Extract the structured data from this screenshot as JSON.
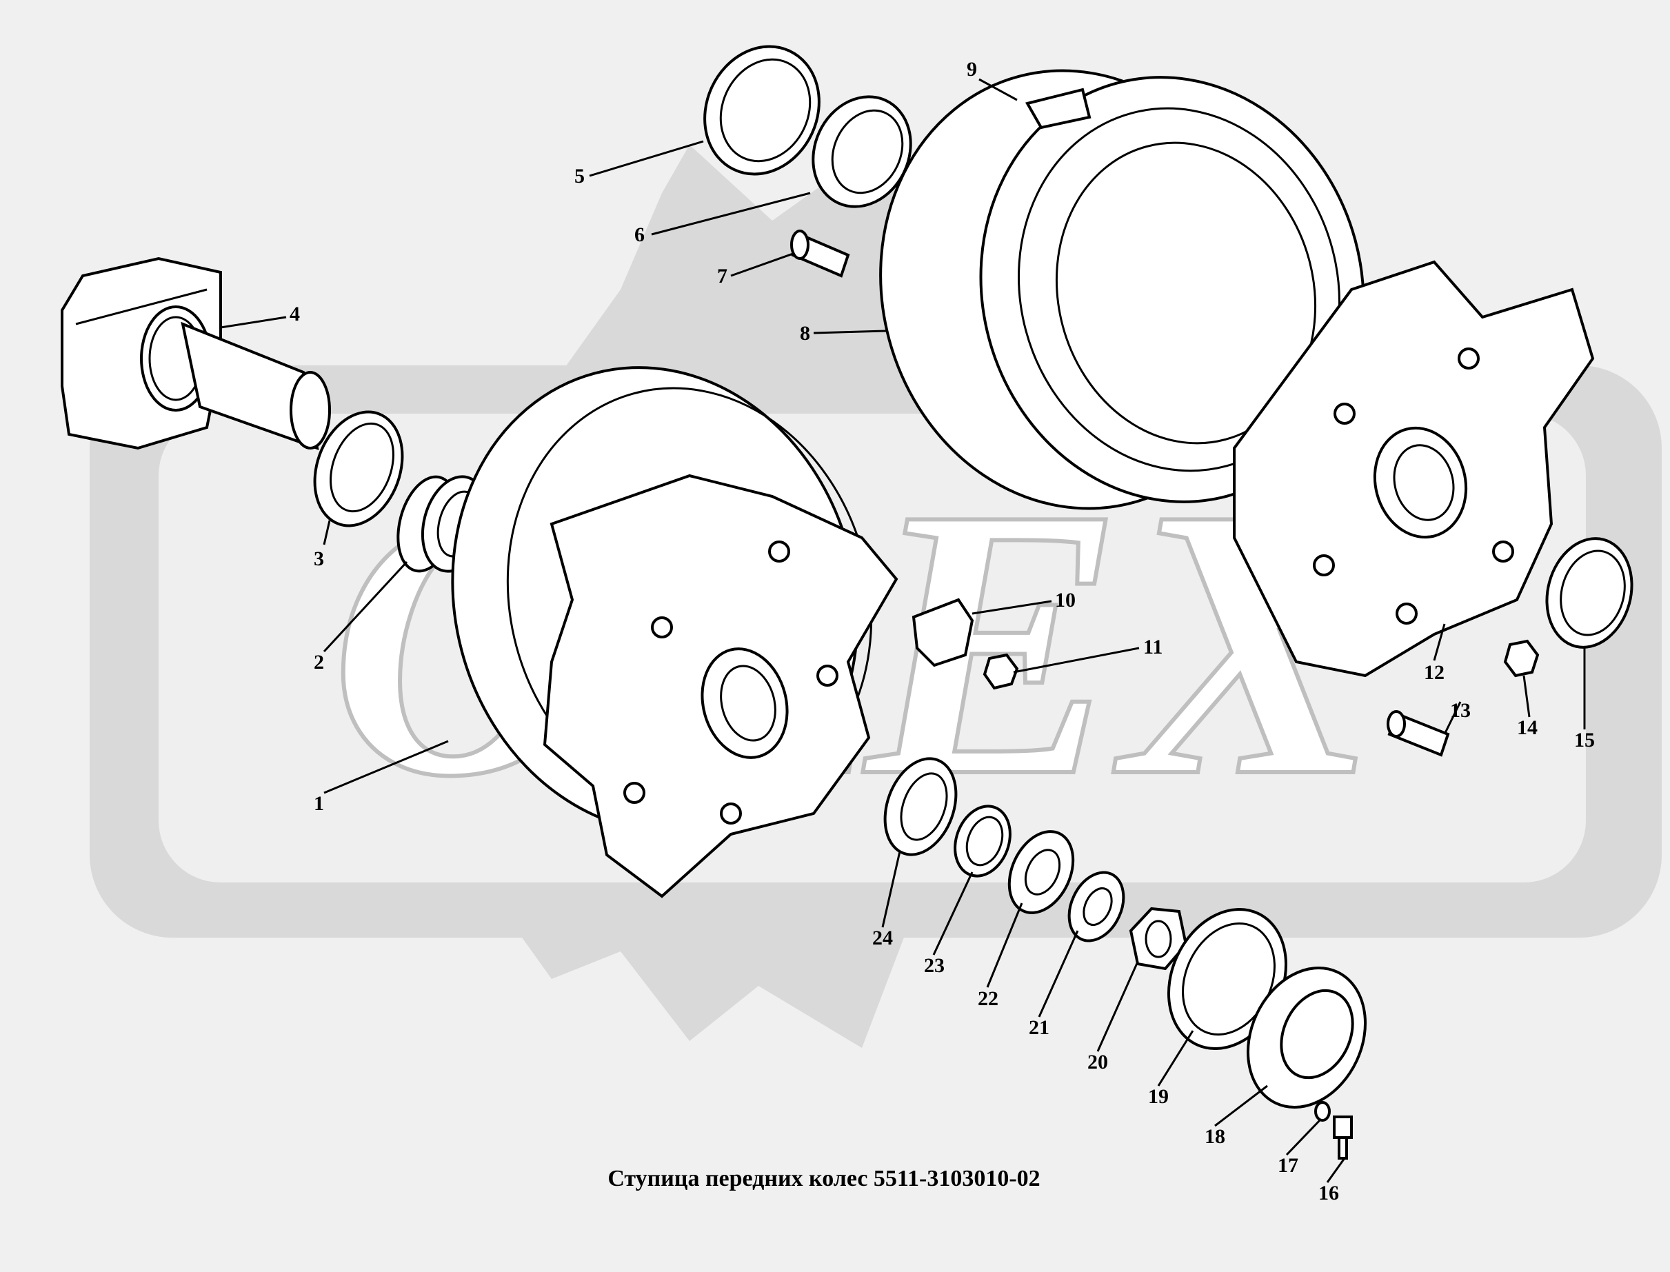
{
  "caption": "Ступица передних колес  5511-3103010-02",
  "watermark": "OREX",
  "labels": [
    "1",
    "2",
    "3",
    "4",
    "5",
    "6",
    "7",
    "8",
    "9",
    "10",
    "11",
    "12",
    "13",
    "14",
    "15",
    "16",
    "17",
    "18",
    "19",
    "20",
    "21",
    "22",
    "23",
    "24"
  ],
  "colors": {
    "background": "#f0f0f0",
    "watermark": "#d9d9d9",
    "line": "#000000"
  }
}
